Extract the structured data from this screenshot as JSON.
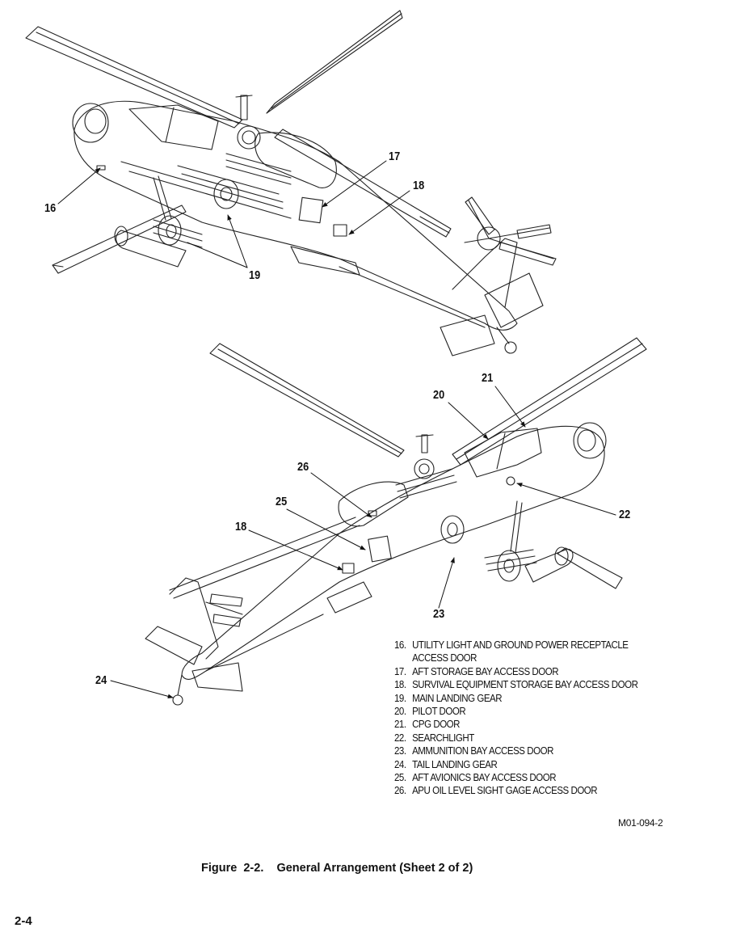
{
  "callouts": {
    "c16": "16",
    "c17": "17",
    "c18_top": "18",
    "c19": "19",
    "c20": "20",
    "c21": "21",
    "c22": "22",
    "c23": "23",
    "c24": "24",
    "c25": "25",
    "c26": "26",
    "c18_bottom": "18"
  },
  "legend": [
    {
      "num": "16.",
      "text": "UTILITY LIGHT AND GROUND POWER RECEPTACLE ACCESS DOOR"
    },
    {
      "num": "17.",
      "text": "AFT STORAGE BAY ACCESS DOOR"
    },
    {
      "num": "18.",
      "text": "SURVIVAL EQUIPMENT STORAGE BAY ACCESS DOOR"
    },
    {
      "num": "19.",
      "text": "MAIN LANDING GEAR"
    },
    {
      "num": "20.",
      "text": "PILOT DOOR"
    },
    {
      "num": "21.",
      "text": "CPG DOOR"
    },
    {
      "num": "22.",
      "text": "SEARCHLIGHT"
    },
    {
      "num": "23.",
      "text": "AMMUNITION BAY ACCESS DOOR"
    },
    {
      "num": "24.",
      "text": "TAIL LANDING GEAR"
    },
    {
      "num": "25.",
      "text": "AFT AVIONICS BAY ACCESS DOOR"
    },
    {
      "num": "26.",
      "text": "APU OIL LEVEL SIGHT GAGE ACCESS DOOR"
    }
  ],
  "reference_code": "M01-094-2",
  "caption": "Figure  2-2.    General Arrangement (Sheet 2 of 2)",
  "page_number": "2-4",
  "colors": {
    "ink": "#111111",
    "paper": "#ffffff"
  }
}
